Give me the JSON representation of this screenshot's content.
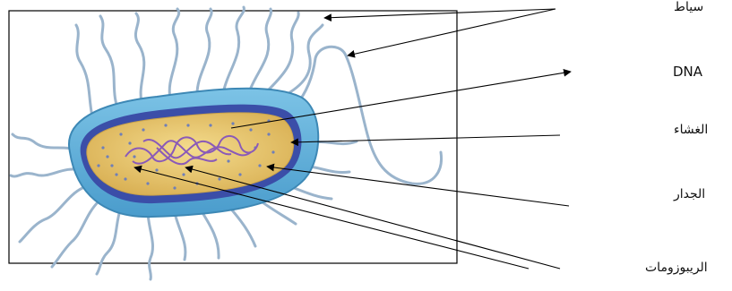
{
  "labels": {
    "flagella": "سياط",
    "dna": "DNA",
    "membrane": "الغشاء",
    "wall": "الجدار",
    "ribosomes": "الريبوزومات"
  },
  "colors": {
    "capsule": "#5fb0d8",
    "capsule_edge": "#3d88b5",
    "wall": "#3b4ea8",
    "cytoplasm": "#e8c66a",
    "dna": "#8a5ab8",
    "flagella": "#9ab4cc",
    "ribosome": "#6f7fb8"
  }
}
